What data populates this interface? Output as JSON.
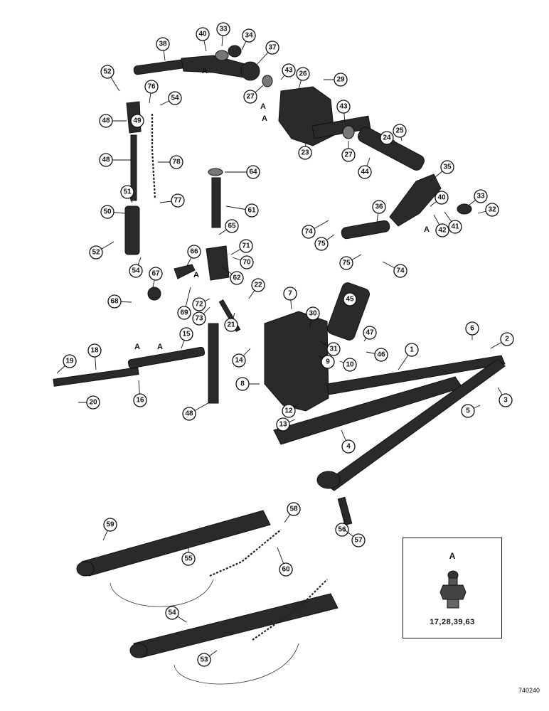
{
  "callouts": [
    "1",
    "2",
    "3",
    "4",
    "5",
    "6",
    "7",
    "8",
    "9",
    "10",
    "12",
    "13",
    "14",
    "15",
    "16",
    "18",
    "19",
    "20",
    "21",
    "22",
    "23",
    "24",
    "25",
    "26",
    "27",
    "27",
    "29",
    "30",
    "31",
    "32",
    "33",
    "33",
    "34",
    "35",
    "36",
    "37",
    "38",
    "40",
    "40",
    "41",
    "42",
    "43",
    "43",
    "44",
    "45",
    "46",
    "47",
    "48",
    "48",
    "48",
    "49",
    "50",
    "51",
    "52",
    "52",
    "53",
    "54",
    "54",
    "54",
    "55",
    "56",
    "57",
    "58",
    "59",
    "60",
    "61",
    "62",
    "64",
    "65",
    "66",
    "67",
    "68",
    "69",
    "70",
    "71",
    "72",
    "73",
    "74",
    "74",
    "75",
    "75",
    "76",
    "77",
    "78"
  ],
  "detail_marker": "A",
  "inset": {
    "letter": "A",
    "caption": "17,28,39,63"
  },
  "figure_code": "740240"
}
